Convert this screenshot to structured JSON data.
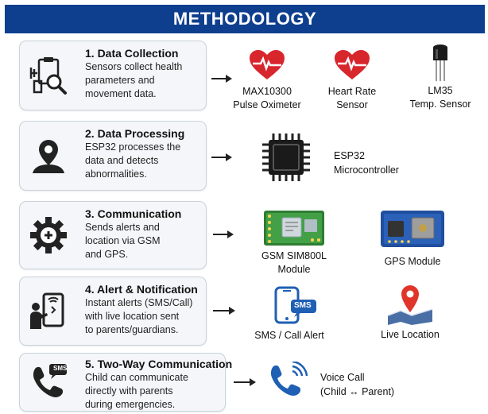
{
  "header": {
    "title": "METHODOLOGY"
  },
  "steps": [
    {
      "title": "1. Data Collection",
      "desc": "Sensors collect health\nparameters and\nmovement data."
    },
    {
      "title": "2. Data Processing",
      "desc": "ESP32 processes the\ndata and detects\nabnormalities."
    },
    {
      "title": "3. Communication",
      "desc": "Sends alerts and\nlocation via GSM\nand GPS."
    },
    {
      "title": "4. Alert & Notification",
      "desc": "Instant alerts (SMS/Call)\nwith live location sent\nto parents/guardians."
    },
    {
      "title": "5. Two-Way Communication",
      "desc": "Child can communicate\ndirectly with parents\nduring emergencies."
    }
  ],
  "devices": {
    "max10300": "MAX10300\nPulse Oximeter",
    "heart_rate": "Heart Rate\nSensor",
    "lm35": "LM35\nTemp. Sensor",
    "esp32": "ESP32\nMicrocontroller",
    "gsm": "GSM SIM800L\nModule",
    "gps": "GPS Module",
    "sms_call": "SMS / Call Alert",
    "sms_bubble": "SMS",
    "live_location": "Live Location",
    "voice_call": "Voice Call\n(Child ↔ Parent)",
    "sms_badge": "SMS"
  },
  "colors": {
    "header_bg": "#0e3f8e",
    "heart": "#d8262d",
    "phone_blue": "#1f5fb4",
    "pin_red": "#e0352b"
  }
}
